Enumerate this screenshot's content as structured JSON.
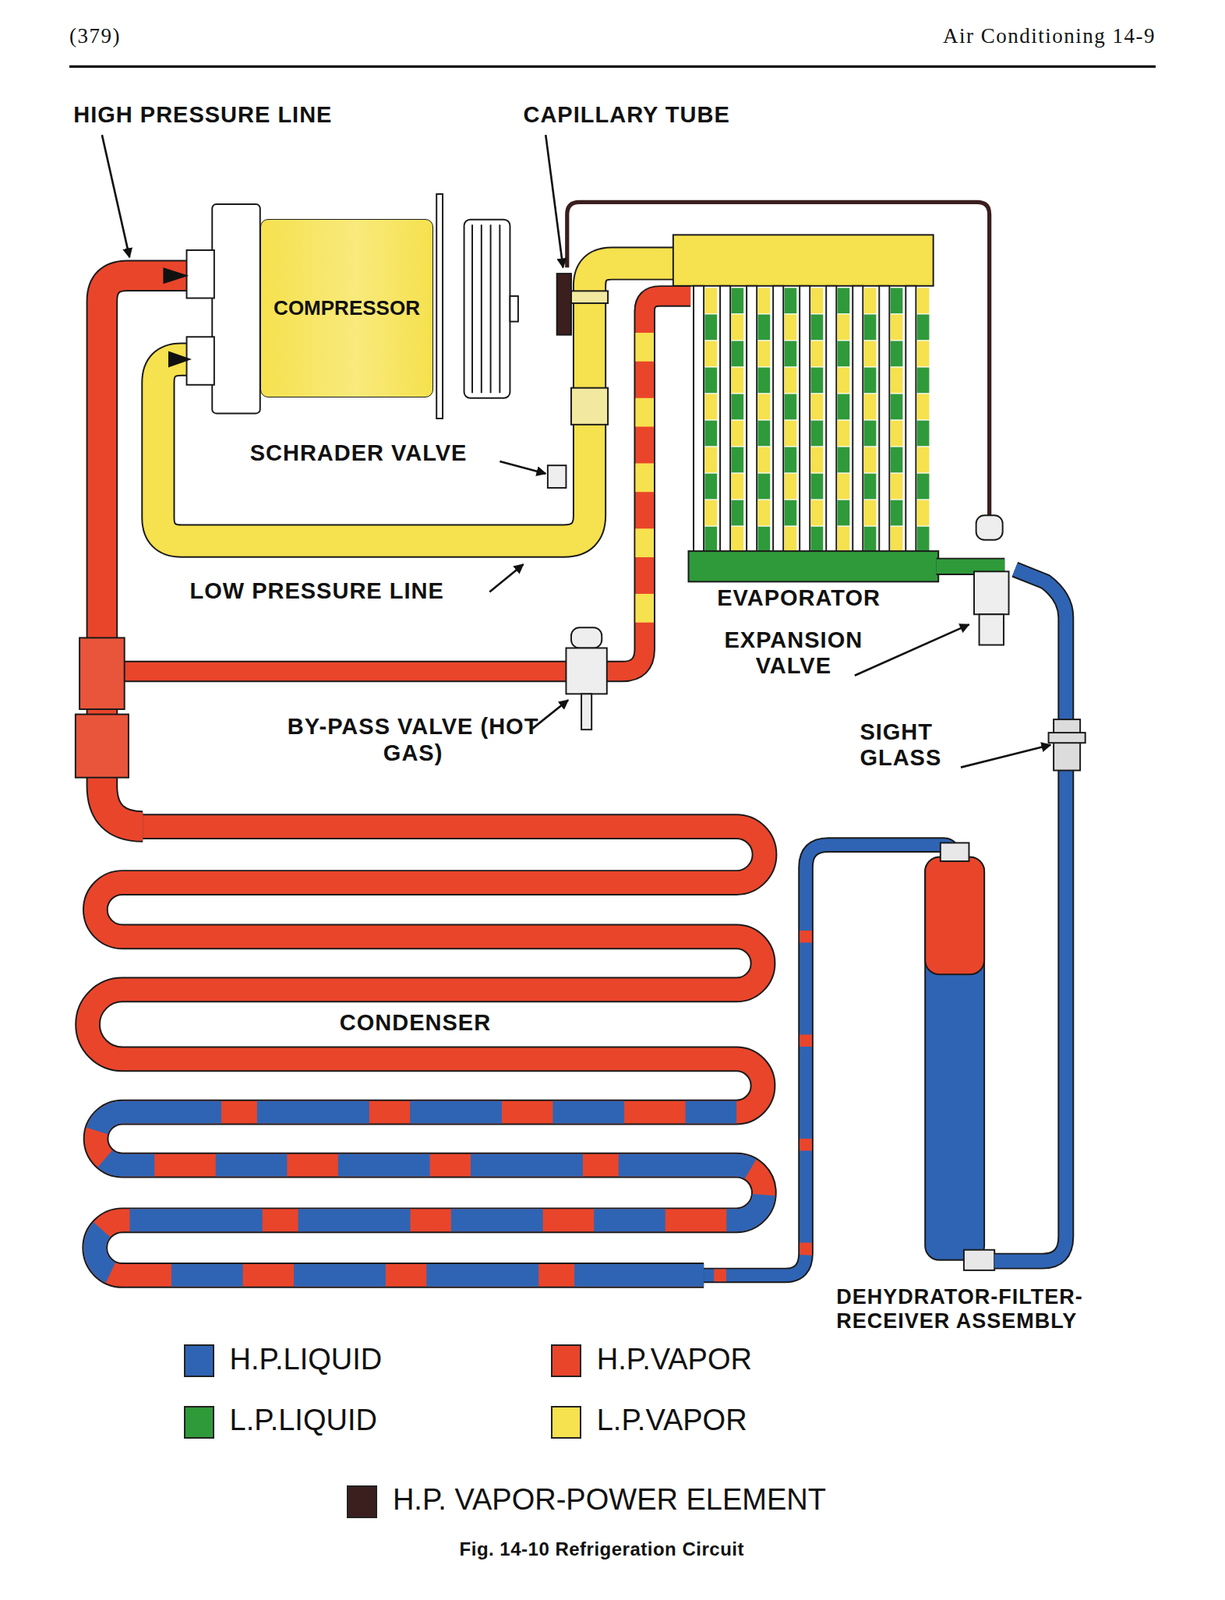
{
  "diagram": {
    "caption": "Fig. 14-10 Refrigeration Circuit",
    "nodes": [
      {
        "text": [
          "COMPRESSOR"
        ]
      }
    ],
    "labels": [
      "(379)",
      "Air Conditioning 14-9",
      "HIGH PRESSURE LINE",
      "CAPILLARY TUBE",
      "SCHRADER VALVE",
      "LOW PRESSURE LINE",
      "EVAPORATOR",
      "EXPANSION VALVE",
      "BY-PASS VALVE (HOT GAS)",
      "SIGHT GLASS",
      "CONDENSER",
      "DEHYDRATOR-FILTER-RECEIVER ASSEMBLY"
    ],
    "legend": [
      {
        "text": "H.P.LIQUID",
        "color": "#2f64b4"
      },
      {
        "text": "H.P.VAPOR",
        "color": "#e9452b"
      },
      {
        "text": "L.P.LIQUID",
        "color": "#2f9a3a"
      },
      {
        "text": "L.P.VAPOR",
        "color": "#f6e14e"
      },
      {
        "text": "H.P. VAPOR-POWER ELEMENT",
        "color": "#3b1e1e"
      }
    ]
  }
}
